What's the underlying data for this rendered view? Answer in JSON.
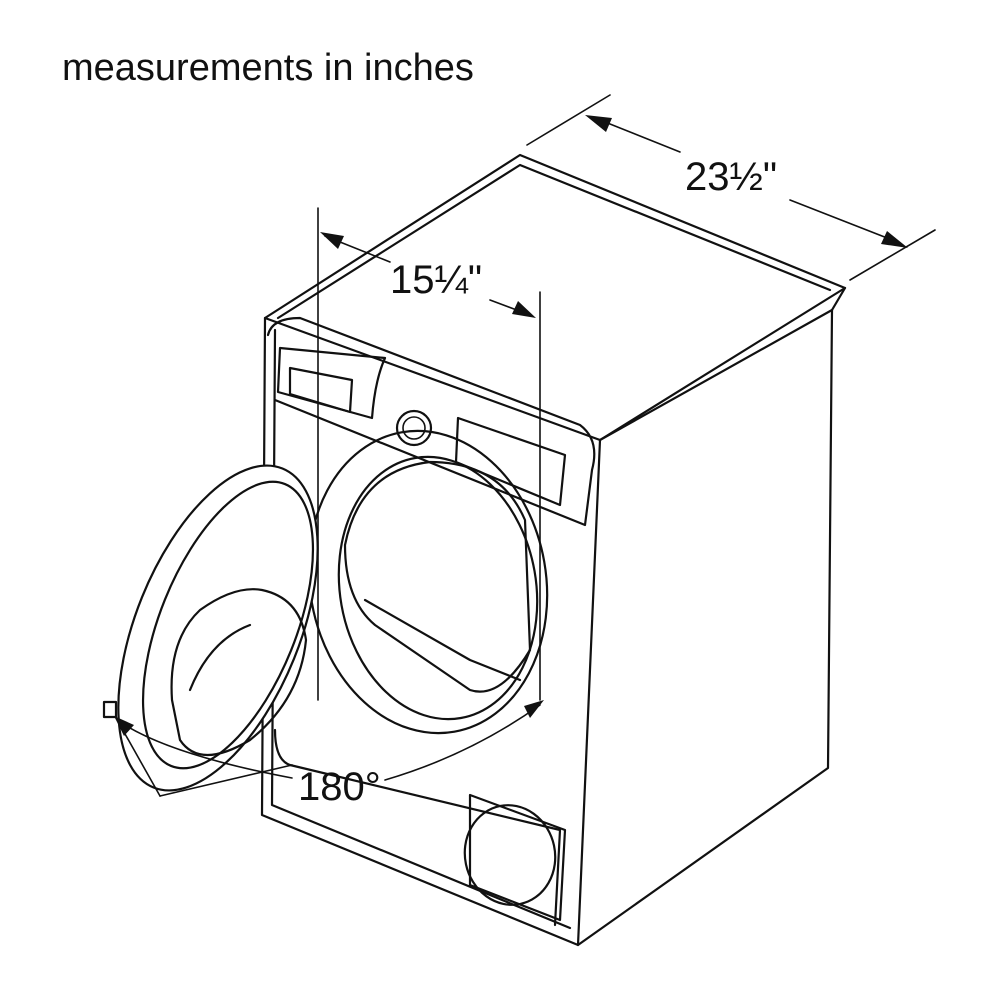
{
  "title": "measurements in inches",
  "dimensions": {
    "depth": "23½\"",
    "door_opening": "15¼\"",
    "door_swing": "180°"
  },
  "colors": {
    "line": "#111111",
    "background": "#ffffff"
  }
}
